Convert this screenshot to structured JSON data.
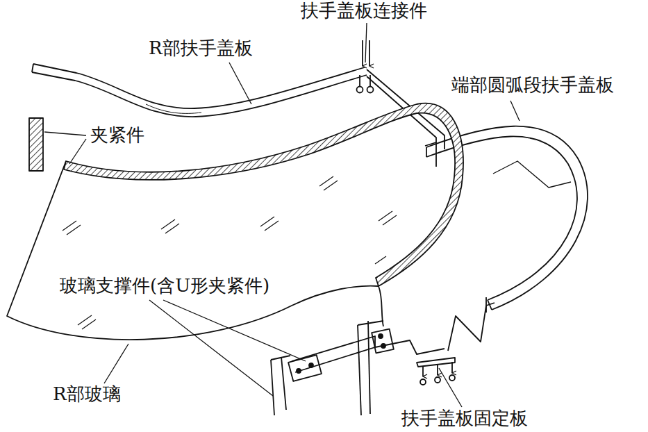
{
  "diagram": {
    "labels": [
      "扶手盖板连接件",
      "R部扶手盖板",
      "端部圆弧段扶手盖板",
      "夹紧件",
      "玻璃支撑件(含U形夹紧件)",
      "R部玻璃",
      "扶手盖板固定板"
    ]
  }
}
